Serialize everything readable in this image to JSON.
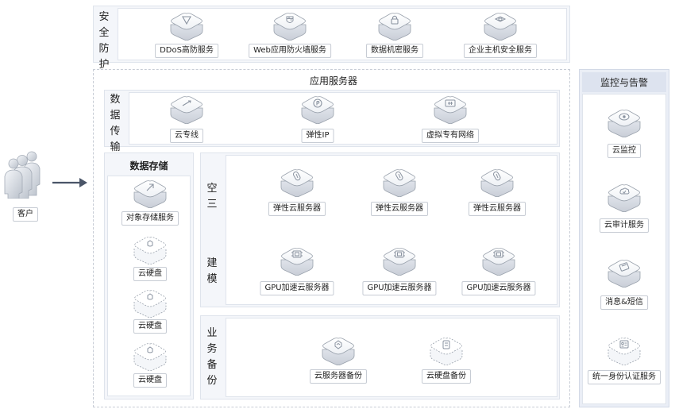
{
  "security": {
    "title": "安全防护",
    "items": [
      {
        "label": "DDoS高防服务",
        "icon": "shield-triangle-icon"
      },
      {
        "label": "Web应用防火墙服务",
        "icon": "shield-wall-icon"
      },
      {
        "label": "数据机密服务",
        "icon": "lock-icon"
      },
      {
        "label": "企业主机安全服务",
        "icon": "host-shield-icon"
      }
    ]
  },
  "app_server": {
    "title": "应用服务器"
  },
  "transfer": {
    "title": "数据传输",
    "items": [
      {
        "label": "云专线",
        "icon": "direct-line-icon"
      },
      {
        "label": "弹性IP",
        "icon": "eip-icon"
      },
      {
        "label": "虚拟专有网络",
        "icon": "vpc-icon"
      }
    ]
  },
  "storage": {
    "title": "数据存储",
    "items": [
      {
        "label": "对象存储服务",
        "icon": "object-storage-icon"
      },
      {
        "label": "云硬盘",
        "icon": "disk-icon"
      },
      {
        "label": "云硬盘",
        "icon": "disk-icon"
      },
      {
        "label": "云硬盘",
        "icon": "disk-icon"
      }
    ]
  },
  "compute": {
    "title_top": "空三",
    "title_bottom": "建模",
    "row1": [
      {
        "label": "弹性云服务器",
        "icon": "ecs-icon"
      },
      {
        "label": "弹性云服务器",
        "icon": "ecs-icon"
      },
      {
        "label": "弹性云服务器",
        "icon": "ecs-icon"
      }
    ],
    "row2": [
      {
        "label": "GPU加速云服务器",
        "icon": "gpu-chip-icon"
      },
      {
        "label": "GPU加速云服务器",
        "icon": "gpu-chip-icon"
      },
      {
        "label": "GPU加速云服务器",
        "icon": "gpu-chip-icon"
      }
    ]
  },
  "backup": {
    "title": "业务备份",
    "items": [
      {
        "label": "云服务器备份",
        "icon": "server-backup-icon"
      },
      {
        "label": "云硬盘备份",
        "icon": "disk-backup-icon"
      }
    ]
  },
  "monitor": {
    "title": "监控与告警",
    "items": [
      {
        "label": "云监控",
        "icon": "monitor-icon"
      },
      {
        "label": "云审计服务",
        "icon": "audit-icon"
      },
      {
        "label": "消息&短信",
        "icon": "message-icon"
      },
      {
        "label": "统一身份认证服务",
        "icon": "identity-icon"
      }
    ]
  },
  "client": {
    "label": "客户",
    "icon": "users-icon"
  },
  "colors": {
    "panel_bg": "#f4f6fa",
    "border": "#dfe4ec",
    "arrow": "#4a5568",
    "icon_stroke": "#8a93a0"
  }
}
